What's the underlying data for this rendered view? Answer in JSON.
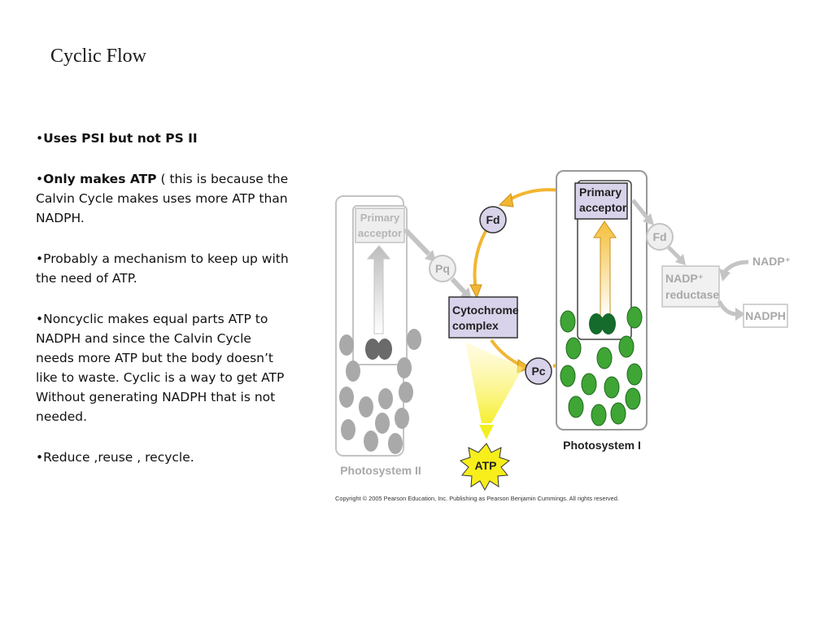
{
  "slide": {
    "title": "Cyclic Flow",
    "bullets": [
      {
        "bold": "Uses PSI but not PS II",
        "text": ""
      },
      {
        "bold": "Only makes ATP",
        "text": " ( this is because  the Calvin Cycle makes  uses more ATP than NADPH."
      },
      {
        "bold": "",
        "text": "Probably a mechanism to keep up with the need of ATP."
      },
      {
        "bold": "",
        "text": "Noncyclic makes equal parts ATP to NADPH and since the Calvin Cycle needs more ATP but the body doesn’t like to waste. Cyclic is a way to get ATP Without generating NADPH that is not needed."
      },
      {
        "bold": "",
        "text": "Reduce ,reuse , recycle."
      }
    ]
  },
  "diagram": {
    "ps2": {
      "acceptor_line1": "Primary",
      "acceptor_line2": "acceptor",
      "label": "Photosystem II"
    },
    "ps1": {
      "acceptor_line1": "Primary",
      "acceptor_line2": "acceptor",
      "label": "Photosystem I"
    },
    "carriers": {
      "fd": "Fd",
      "fd_right": "Fd",
      "pq": "Pq",
      "pc": "Pc"
    },
    "cytochrome": {
      "line1": "Cytochrome",
      "line2": "complex"
    },
    "nadp_reductase": {
      "line1": "NADP⁺",
      "line2": "reductase"
    },
    "nadp_plus": "NADP⁺",
    "nadph": "NADPH",
    "atp": "ATP",
    "copyright": "Copyright © 2005 Pearson Education, Inc. Publishing as Pearson Benjamin Cummings. All rights reserved.",
    "colors": {
      "gold_arrow": "#f2b632",
      "box_purple": "#d8d2ea",
      "green": "#3fa535",
      "dark_green": "#146b2c",
      "gray_faded": "#b9b9b9"
    }
  }
}
